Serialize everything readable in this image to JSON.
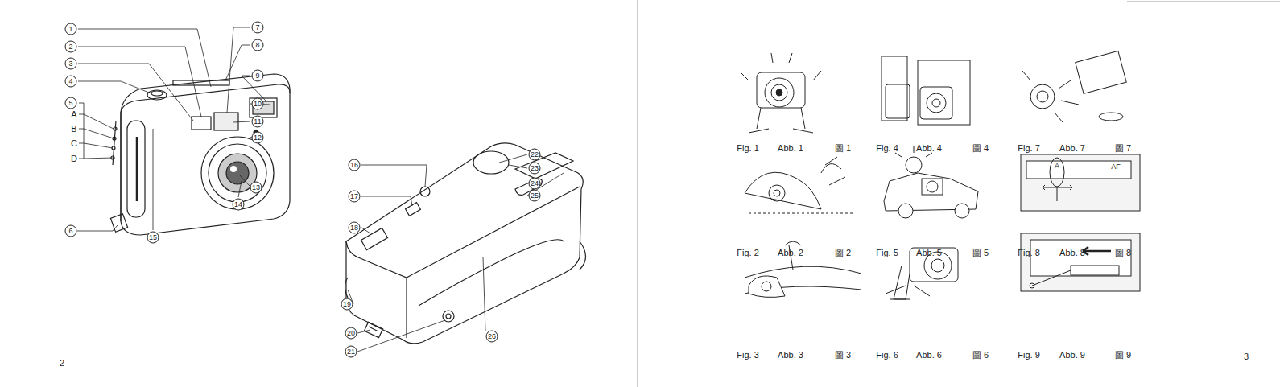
{
  "diagram": {
    "labels": [
      "1",
      "2",
      "3",
      "4",
      "5",
      "A",
      "B",
      "C",
      "D",
      "6",
      "7",
      "8",
      "9",
      "10",
      "11",
      "12",
      "13",
      "14",
      "15",
      "16",
      "17",
      "18",
      "19",
      "20",
      "21",
      "22",
      "23",
      "24",
      "25",
      "26",
      "2",
      "Fig. 1",
      "Abb. 1",
      "圖 1",
      "Fig. 2",
      "Abb. 2",
      "圖 2",
      "Fig. 3",
      "Abb. 3",
      "圖 3",
      "Fig. 4",
      "Abb. 4",
      "圖 4",
      "Fig. 5",
      "Abb. 5",
      "圖 5",
      "Fig. 6",
      "Abb. 6",
      "圖 6",
      "Fig. 7",
      "Abb. 7",
      "圖 7",
      "Fig. 8",
      "Abb. 8",
      "圖 8",
      "Fig. 9",
      "Abb. 9",
      "圖 9",
      "A",
      "AF",
      "3"
    ]
  }
}
